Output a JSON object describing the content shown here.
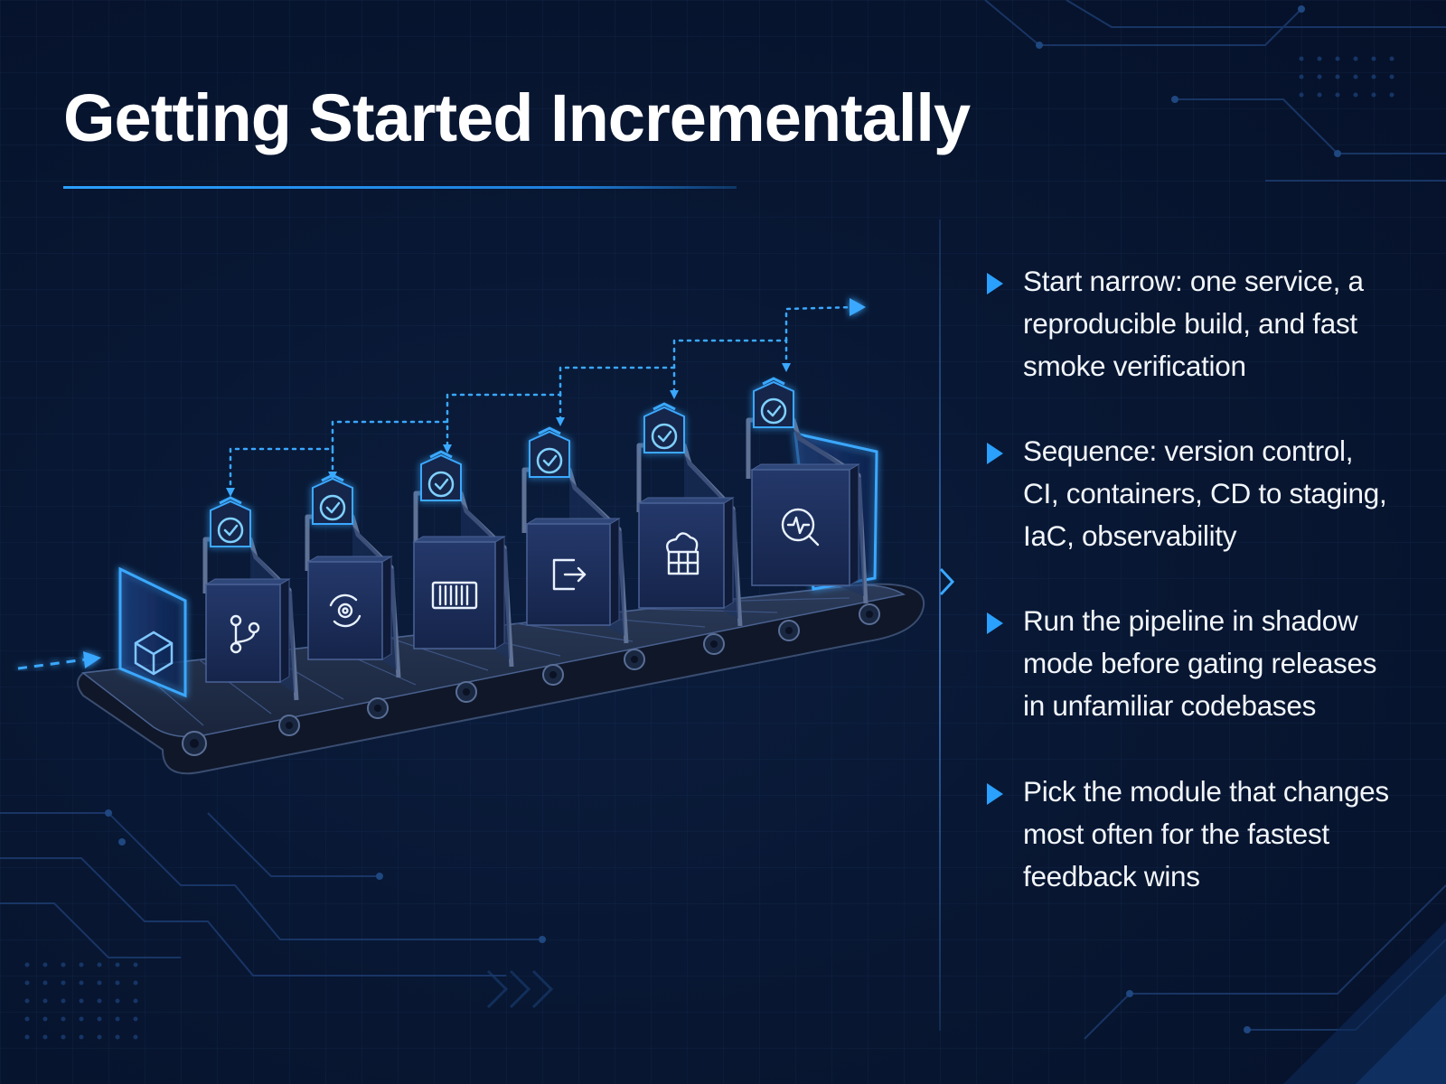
{
  "title": "Getting Started Incrementally",
  "bullets": [
    {
      "text": "Start narrow: one service, a reproducible build, and fast smoke verification"
    },
    {
      "text": "Sequence: version control, CI, containers, CD to staging, IaC, observability"
    },
    {
      "text": "Run the pipeline in shadow mode before gating releases in unfamiliar codebases"
    },
    {
      "text": "Pick the module that changes most often for the fastest feedback wins"
    }
  ],
  "pipeline_stages": [
    {
      "icon": "git-branch-icon"
    },
    {
      "icon": "gear-cycle-icon"
    },
    {
      "icon": "container-icon"
    },
    {
      "icon": "deploy-arrow-icon"
    },
    {
      "icon": "cloud-grid-icon"
    },
    {
      "icon": "monitor-search-icon"
    }
  ],
  "input_icon": "package-cube-icon",
  "colors": {
    "background": "#081733",
    "accent": "#2aa0ff",
    "panel": "#1b2c4f",
    "text": "#ffffff"
  }
}
